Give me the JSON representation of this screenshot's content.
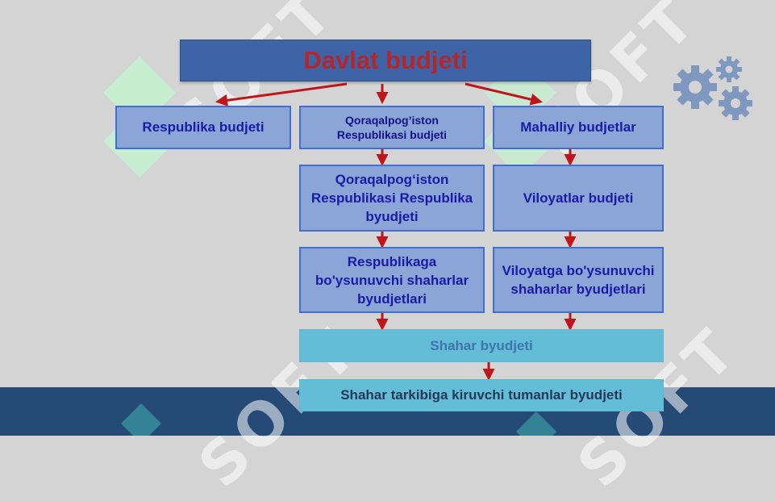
{
  "diagram": {
    "title": "Davlat budjeti",
    "boxes": {
      "respublika": "Respublika budjeti",
      "qoraqalpogiston_respublikasi": "Qoraqalpog’iston Respublikasi budjeti",
      "mahalliy": "Mahalliy budjetlar",
      "qoraqalpogiston_respublika_byudjeti": "Qoraqalpog‘iston Respublikasi Respublika byudjeti",
      "viloyatlar": "Viloyatlar budjeti",
      "respublikaga_shaharlar": "Respublikaga bo'ysunuvchi shaharlar byudjetlari",
      "viloyatga_shaharlar": "Viloyatga bo'ysunuvchi shaharlar byudjetlari",
      "shahar": "Shahar byudjeti",
      "tumanlar": "Shahar tarkibiga kiruvchi tumanlar byudjeti"
    }
  },
  "watermark": {
    "text": "SOFT"
  },
  "icons": {
    "decoration": "gears-icon"
  },
  "colors": {
    "title_fill": "#3e63a6",
    "title_text": "#b3272b",
    "box_fill": "#8ba6d6",
    "box_border": "#3f6fd0",
    "box_text": "#1a1aa8",
    "teal_fill": "#64bdd6",
    "arrow": "#c0151b",
    "bottom_band": "#264a76"
  }
}
